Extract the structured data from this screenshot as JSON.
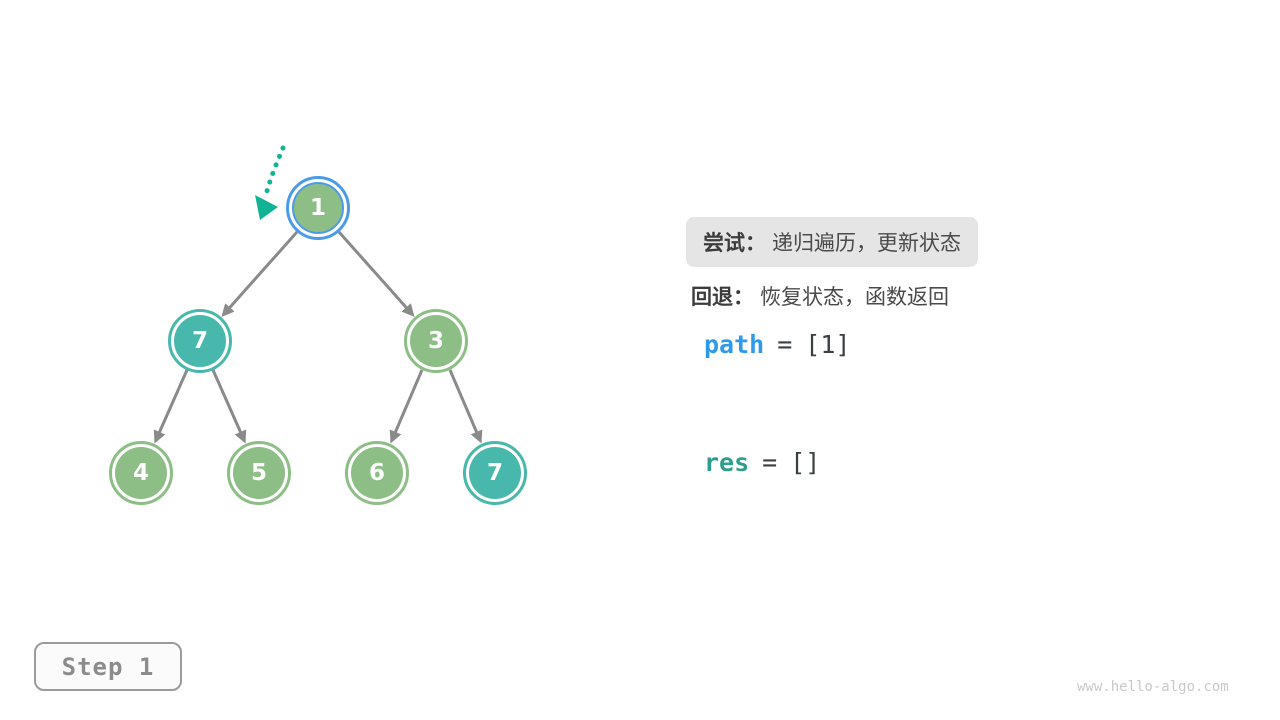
{
  "tree": {
    "nodes": [
      {
        "value": "1",
        "state": "current"
      },
      {
        "value": "7",
        "state": "visited"
      },
      {
        "value": "3",
        "state": "unvisited"
      },
      {
        "value": "4",
        "state": "unvisited"
      },
      {
        "value": "5",
        "state": "unvisited"
      },
      {
        "value": "6",
        "state": "unvisited"
      },
      {
        "value": "7",
        "state": "visited"
      }
    ],
    "edges": [
      [
        "1",
        "7"
      ],
      [
        "1",
        "3"
      ],
      [
        "7",
        "4"
      ],
      [
        "7",
        "5"
      ],
      [
        "3",
        "6"
      ],
      [
        "3",
        "7"
      ]
    ]
  },
  "panel": {
    "try_label": "尝试：",
    "try_text": "递归遍历，更新状态",
    "back_label": "回退：",
    "back_text": "恢复状态，函数返回",
    "path_var": "path",
    "path_eq": "=",
    "path_value": "[1]",
    "res_var": "res",
    "res_eq": "=",
    "res_value": "[]"
  },
  "step_badge": {
    "label": "Step 1"
  },
  "watermark": "www.hello-algo.com",
  "icons": {
    "current_pointer": "dotted-arrow-icon"
  },
  "colors": {
    "node_green": "#8CBE85",
    "node_teal": "#49B8AC",
    "current_ring_blue": "#4C9BE8",
    "edge_gray": "#8A8A8A",
    "pointer_teal": "#12B394",
    "path_blue": "#2F9AEC",
    "res_teal": "#2E9D8E",
    "callout_bg": "#E5E5E5"
  }
}
